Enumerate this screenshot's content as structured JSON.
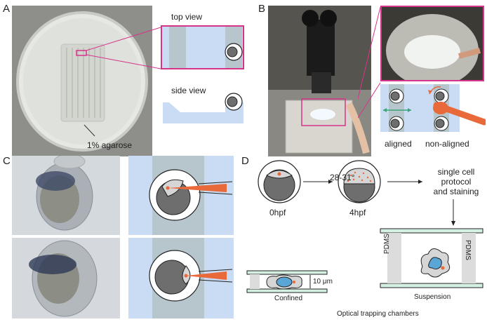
{
  "panels": {
    "A": {
      "letter": "A",
      "agarose_label": "1% agarose",
      "top_view": "top view",
      "side_view": "side view"
    },
    "B": {
      "letter": "B",
      "aligned": "aligned",
      "non_aligned": "non-aligned"
    },
    "C": {
      "letter": "C"
    },
    "D": {
      "letter": "D",
      "stage_0": "0hpf",
      "stage_4": "4hpf",
      "temperature": "28-31°",
      "protocol_line1": "single cell",
      "protocol_line2": "protocol",
      "protocol_line3": "and staining",
      "pdms_left": "PDMS",
      "pdms_right": "PDMS",
      "height": "10 μm",
      "confined": "Confined",
      "suspension": "Suspension",
      "chambers": "Optical trapping chambers"
    }
  },
  "colors": {
    "magenta": "#d6338a",
    "light_blue": "#c9dcf3",
    "channel_gray": "#b7c6cc",
    "orange": "#e9693a",
    "yolk_gray": "#6e6e6e",
    "green": "#3aa37a",
    "cell_blue": "#5aa6d6"
  }
}
